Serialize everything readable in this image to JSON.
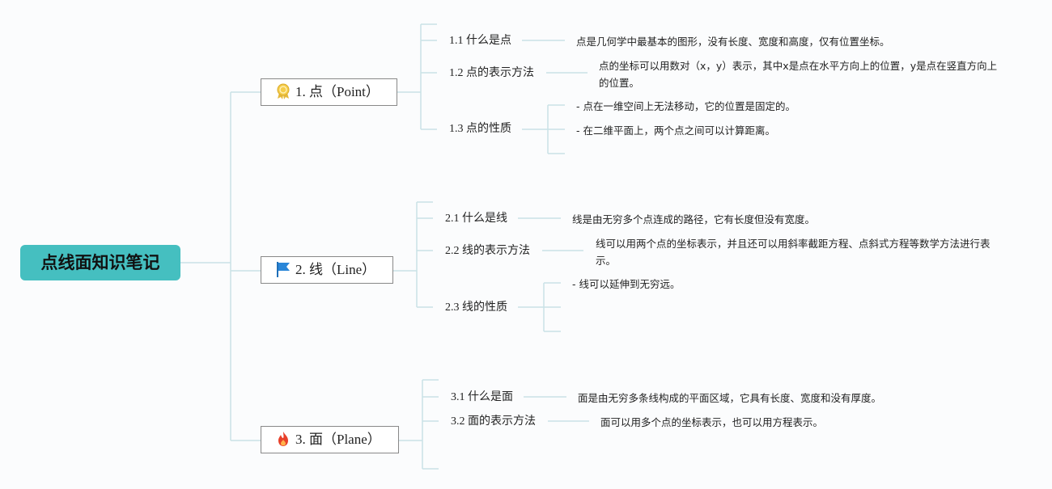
{
  "root": {
    "label": "点线面知识笔记"
  },
  "branches": [
    {
      "label": "1. 点（Point）",
      "icon": "award-ribbon-icon",
      "topics": [
        {
          "label": "1.1 什么是点",
          "notes": [
            "点是几何学中最基本的图形，没有长度、宽度和高度，仅有位置坐标。"
          ]
        },
        {
          "label": "1.2 点的表示方法",
          "notes": [
            "点的坐标可以用数对（x，y）表示，其中x是点在水平方向上的位置，y是点在竖直方向上的位置。"
          ]
        },
        {
          "label": "1.3 点的性质",
          "notes": [
            "- 点在一维空间上无法移动，它的位置是固定的。",
            "- 在二维平面上，两个点之间可以计算距离。"
          ]
        }
      ]
    },
    {
      "label": "2. 线（Line）",
      "icon": "flag-icon",
      "topics": [
        {
          "label": "2.1 什么是线",
          "notes": [
            "线是由无穷多个点连成的路径，它有长度但没有宽度。"
          ]
        },
        {
          "label": "2.2 线的表示方法",
          "notes": [
            "线可以用两个点的坐标表示，并且还可以用斜率截距方程、点斜式方程等数学方法进行表示。"
          ]
        },
        {
          "label": "2.3 线的性质",
          "notes": [
            "- 线可以延伸到无穷远。"
          ]
        }
      ]
    },
    {
      "label": "3. 面（Plane）",
      "icon": "fire-icon",
      "topics": [
        {
          "label": "3.1 什么是面",
          "notes": [
            "面是由无穷多条线构成的平面区域，它具有长度、宽度和没有厚度。"
          ]
        },
        {
          "label": "3.2 面的表示方法",
          "notes": [
            "面可以用多个点的坐标表示，也可以用方程表示。"
          ]
        }
      ]
    }
  ],
  "colors": {
    "root": "#45bfc0",
    "connector": "#c9e2e6",
    "branch_border": "#888888"
  }
}
